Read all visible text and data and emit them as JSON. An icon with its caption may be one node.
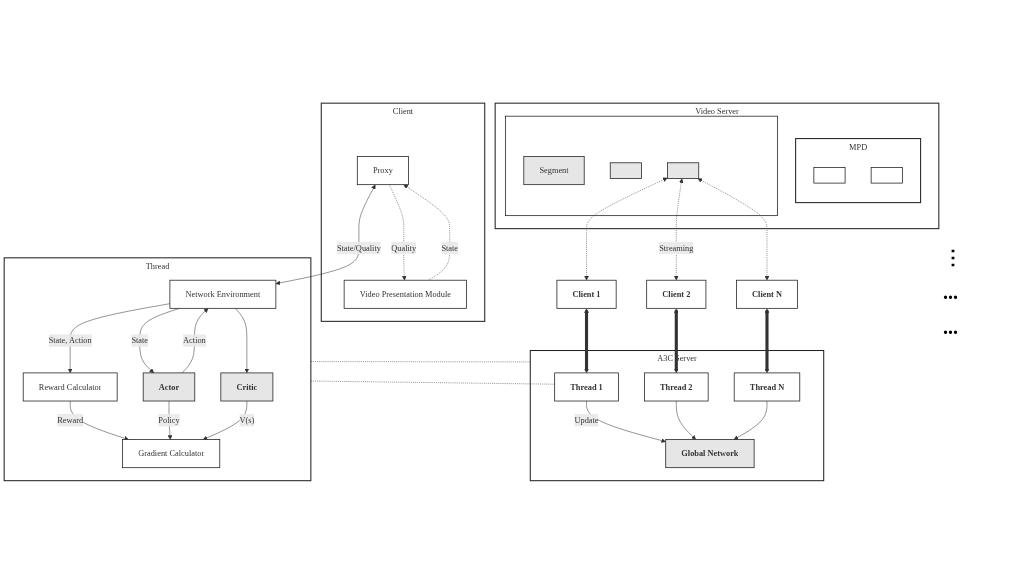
{
  "diagram": {
    "nodes": [
      {
        "text": [
          "Client"
        ]
      },
      {
        "text": [
          "Proxy"
        ],
        "in": 0
      },
      {
        "text": [
          "Video Presentation Module"
        ],
        "in": 0
      },
      {
        "text": [
          "Thread"
        ]
      },
      {
        "text": [
          "Network Environment"
        ],
        "in": 3
      },
      {
        "text": [
          "Reward Calculator"
        ],
        "in": 3
      },
      {
        "text": [
          "Actor"
        ],
        "in": 3
      },
      {
        "text": [
          "Critic"
        ],
        "in": 3
      },
      {
        "text": [
          "Gradient Calculator"
        ],
        "in": 3
      },
      {
        "text": [
          "Video Server"
        ]
      },
      {
        "text": [
          "MPD"
        ],
        "in": 9
      },
      {
        "text": [],
        "shape": "box",
        "in": 10
      },
      {
        "text": [],
        "shape": "box",
        "in": 10
      },
      {
        "text": [],
        "shape": "box",
        "in": 9
      },
      {
        "text": [
          "Segment"
        ],
        "in": 13
      },
      {
        "text": [],
        "shape": "box",
        "in": 13
      },
      {
        "text": [],
        "shape": "box",
        "in": 13
      },
      {
        "text": [
          "Client 1"
        ]
      },
      {
        "text": [
          "Client 2"
        ]
      },
      {
        "text": [
          "Client N"
        ]
      },
      {
        "text": [
          "A3C Server"
        ]
      },
      {
        "text": [
          "Thread 1"
        ],
        "in": 20
      },
      {
        "text": [
          "Thread 2"
        ],
        "in": 20
      },
      {
        "text": [
          "Thread N"
        ],
        "in": 20
      },
      {
        "text": [
          "Global Network"
        ],
        "in": 20
      }
    ],
    "edges": [
      {
        "from": 2,
        "to": 1,
        "arrow": "to",
        "label": "State",
        "style": "dashed"
      },
      {
        "from": 1,
        "to": 2,
        "arrow": "to",
        "label": "Quality",
        "style": "dashed"
      },
      {
        "from": 1,
        "to": 4,
        "arrow": "both",
        "label": "State/Quality"
      },
      {
        "from": 4,
        "to": 6,
        "arrow": "to",
        "label": "State"
      },
      {
        "from": 4,
        "to": 7,
        "arrow": "to"
      },
      {
        "from": 6,
        "to": 4,
        "arrow": "to",
        "label": "Action"
      },
      {
        "from": 4,
        "to": 5,
        "arrow": "to",
        "label": "State, Action"
      },
      {
        "from": 5,
        "to": 8,
        "arrow": "to",
        "label": "Reward"
      },
      {
        "from": 6,
        "to": 8,
        "arrow": "to",
        "label": "Policy"
      },
      {
        "from": 7,
        "to": 8,
        "arrow": "to",
        "label": "V(s)"
      },
      {
        "from": 16,
        "to": 17,
        "arrow": "both",
        "style": "dashed"
      },
      {
        "from": 16,
        "to": 18,
        "arrow": "both",
        "style": "dashed",
        "label": "Streaming"
      },
      {
        "from": 16,
        "to": 19,
        "arrow": "both",
        "style": "dashed"
      },
      {
        "from": 17,
        "to": 21,
        "arrow": "both",
        "style": "thick"
      },
      {
        "from": 18,
        "to": 22,
        "arrow": "both",
        "style": "thick"
      },
      {
        "from": 19,
        "to": 23,
        "arrow": "both",
        "style": "thick"
      },
      {
        "from": 21,
        "to": 24,
        "arrow": "to",
        "label": "Update"
      },
      {
        "from": 22,
        "to": 24,
        "arrow": "to"
      },
      {
        "from": 23,
        "to": 24,
        "arrow": "to"
      },
      {
        "from": 3,
        "to": 20,
        "arrow": "none",
        "style": "dashed"
      },
      {
        "from": 3,
        "to": 21,
        "arrow": "none",
        "style": "dashed"
      }
    ],
    "labels": [
      "⋮",
      "...",
      "..."
    ]
  }
}
